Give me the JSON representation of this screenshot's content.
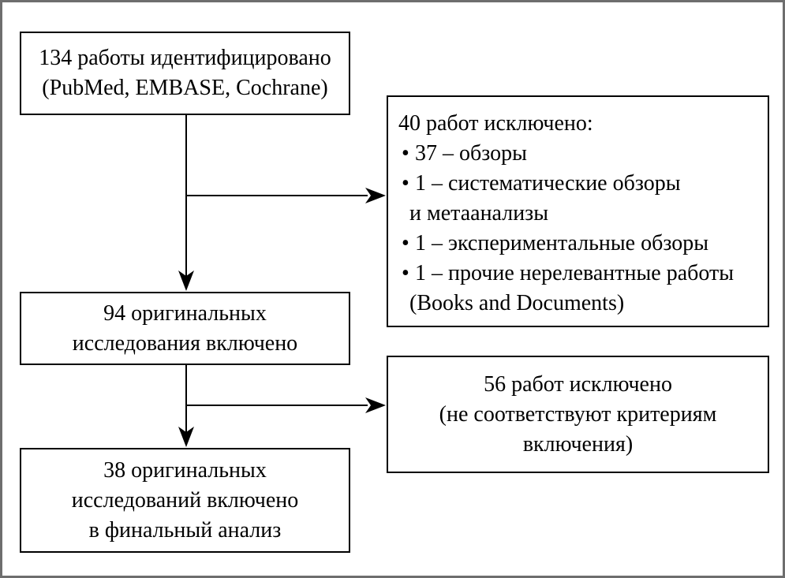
{
  "colors": {
    "frame_border": "#6e6e6e",
    "box_border": "#000000",
    "background": "#ffffff",
    "text": "#000000",
    "connector": "#000000"
  },
  "flowchart": {
    "identified_box": {
      "lines": [
        "134 работы идентифицировано",
        "(PubMed, EMBASE, Cochrane)"
      ]
    },
    "excluded40_box": {
      "title": "40 работ исключено:",
      "items": [
        {
          "bullet": "•",
          "text": "37 – обзоры"
        },
        {
          "bullet": "•",
          "text": "1 – систематические обзоры",
          "continuation": "и метаанализы"
        },
        {
          "bullet": "•",
          "text": "1 – экспериментальные обзоры"
        },
        {
          "bullet": "•",
          "text": "1 – прочие нерелевантные работы",
          "continuation": "(Books and Documents)"
        }
      ]
    },
    "included94_box": {
      "lines": [
        "94 оригинальных",
        "исследования включено"
      ]
    },
    "excluded56_box": {
      "lines": [
        "56 работ исключено",
        "(не соответствуют критериям",
        "включения)"
      ]
    },
    "final38_box": {
      "lines": [
        "38 оригинальных",
        "исследований включено",
        "в финальный анализ"
      ]
    }
  }
}
